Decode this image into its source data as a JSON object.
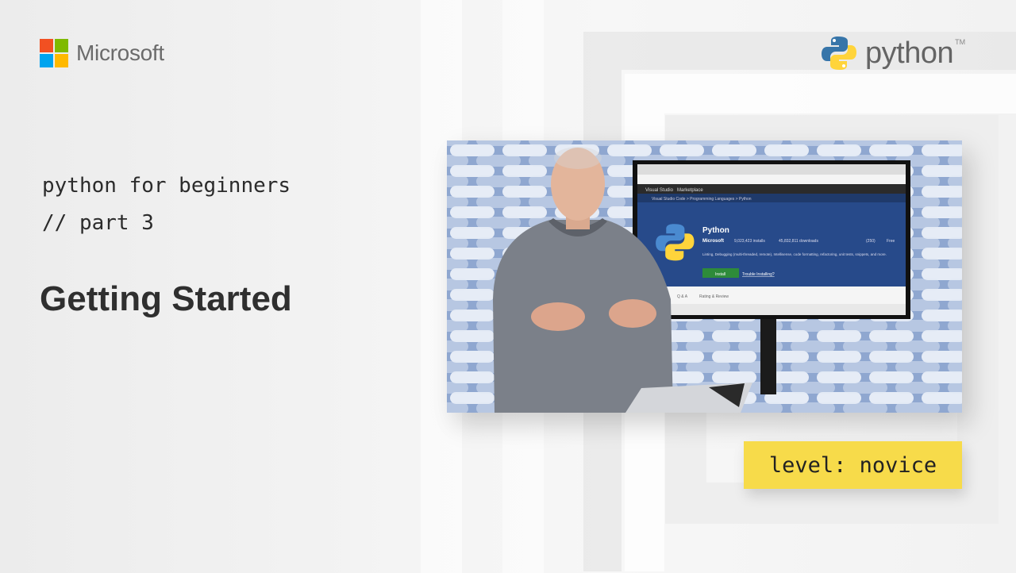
{
  "brand": {
    "microsoft_label": "Microsoft",
    "microsoft_colors": [
      "#f25022",
      "#7fba00",
      "#00a4ef",
      "#ffb900"
    ],
    "python_label": "python",
    "python_tm": "TM",
    "python_colors": [
      "#3775a9",
      "#ffd43b"
    ]
  },
  "series": {
    "line1": "python for beginners",
    "line2": "// part 3"
  },
  "episode_title": "Getting Started",
  "level_badge": {
    "label": "level: novice",
    "color": "#f7db4a"
  },
  "video": {
    "extension_name": "Python",
    "publisher": "Microsoft",
    "installs": "9,023,423 installs",
    "downloads": "45,832,811 downloads",
    "rating": "(250)",
    "price": "Free",
    "description": "Linting, Debugging (multi-threaded, remote), Intellisense, code formatting, refactoring, unit tests, snippets, and more.",
    "install_button": "Install",
    "trouble_link": "Trouble Installing?",
    "marketplace_label": "Marketplace",
    "vs_label": "Visual Studio",
    "breadcrumb": "Visual Studio Code > Programming Languages > Python",
    "tabs": [
      "Q & A",
      "Rating & Review"
    ]
  }
}
